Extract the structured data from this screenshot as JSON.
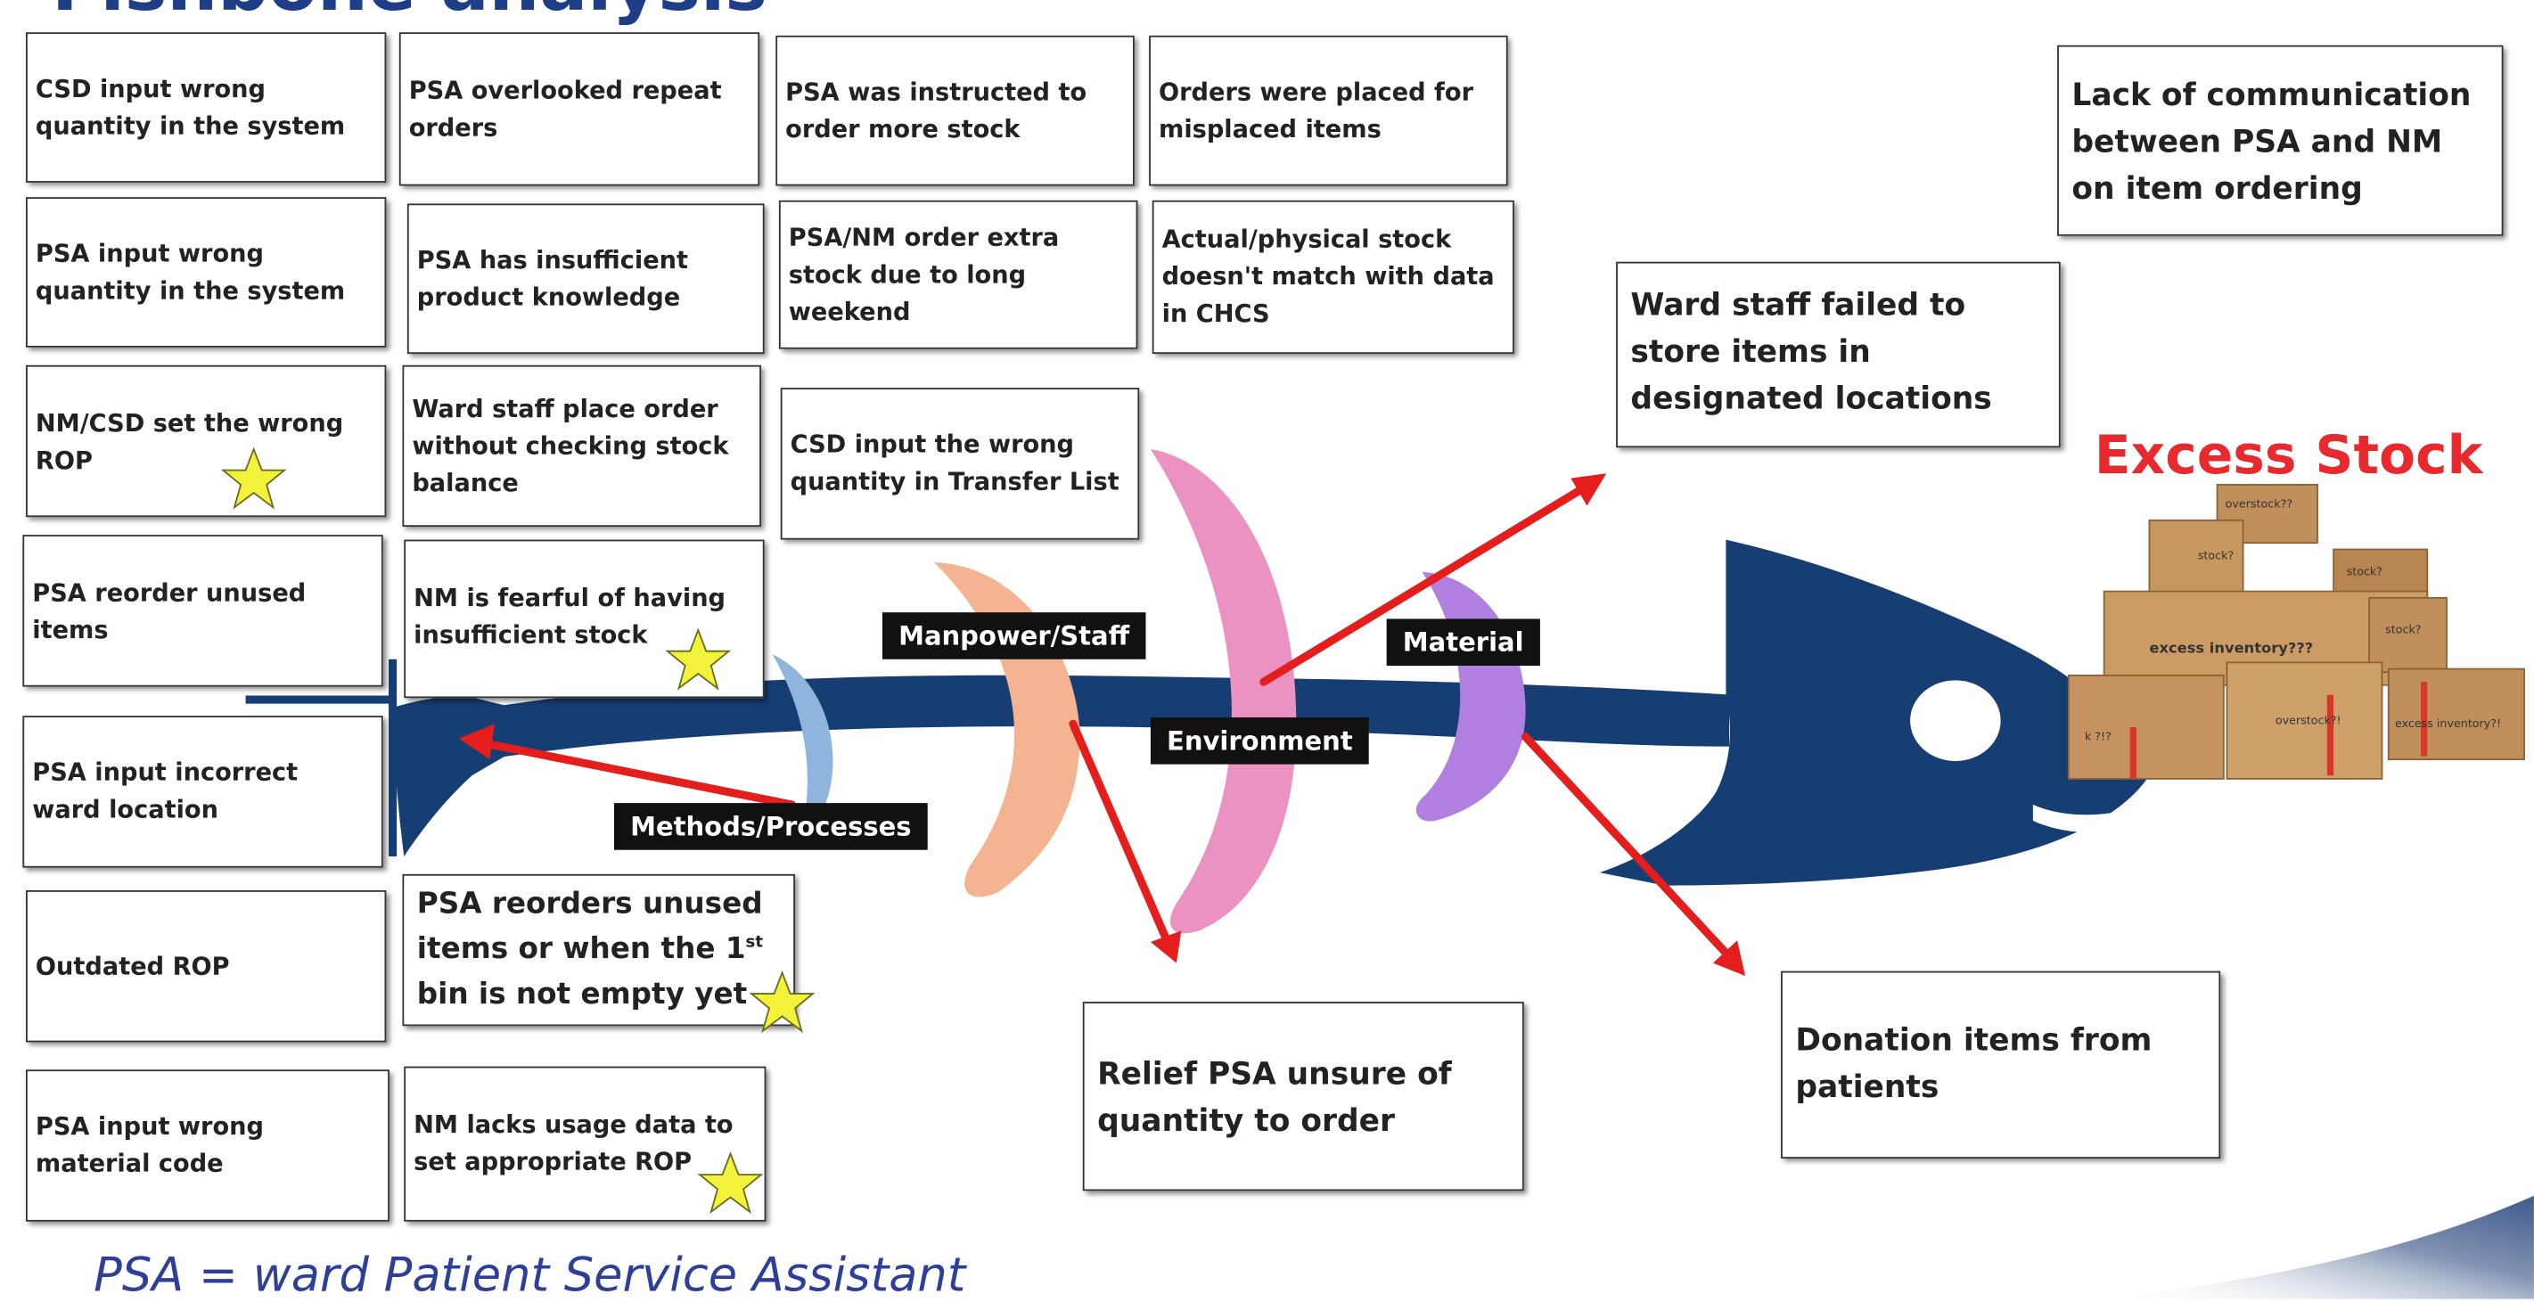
{
  "title": "Fishbone analysis",
  "effect": "Excess Stock",
  "footnote": "PSA = ward Patient Service Assistant",
  "categories": {
    "manpower": "Manpower/Staff",
    "material": "Material",
    "environment": "Environment",
    "methods": "Methods/Processes"
  },
  "boxes": [
    {
      "text": "CSD input wrong quantity in the system"
    },
    {
      "text": "PSA overlooked repeat orders"
    },
    {
      "text": "PSA was instructed to order more stock"
    },
    {
      "text": "Orders were placed for misplaced items"
    },
    {
      "text": "PSA input wrong quantity in the system"
    },
    {
      "text": "PSA has insufficient product knowledge"
    },
    {
      "text": "PSA/NM order extra stock due to long weekend"
    },
    {
      "text": "Actual/physical stock doesn't match with data in CHCS"
    },
    {
      "text": "NM/CSD set the wrong ROP"
    },
    {
      "text": "Ward staff place order without checking stock balance"
    },
    {
      "text": "CSD input the wrong quantity in Transfer List"
    },
    {
      "text": "PSA reorder unused items"
    },
    {
      "text": "NM is fearful of having insufficient stock"
    },
    {
      "text": "PSA input incorrect ward location"
    },
    {
      "text": "PSA reorders unused items or when the 1",
      "sup": "st",
      "text_after": " bin is not empty yet"
    },
    {
      "text": "Outdated ROP"
    },
    {
      "text": "PSA input wrong material code"
    },
    {
      "text": "NM lacks usage data to set appropriate ROP"
    },
    {
      "text": "Lack of communication between PSA and NM on item ordering"
    },
    {
      "text": "Ward staff failed to store items in designated locations"
    },
    {
      "text": "Relief PSA unsure of quantity to order"
    },
    {
      "text": "Donation items from patients"
    }
  ],
  "box_labels": {
    "b1": "overstock??",
    "b2": "stock?",
    "b3": "stock?",
    "b4": "excess inventory???",
    "b5": "stock?",
    "b6": "k ?!?",
    "b7": "overstock?!",
    "b8": "excess inventory?!"
  },
  "colors": {
    "fish": "#163e72",
    "arrow": "#e41d1d",
    "effect": "#e8292e",
    "title": "#1e3f88",
    "star": "#f2f23a",
    "rib_manpower": "#f4b491",
    "rib_environment": "#ec92c2",
    "rib_material": "#b07fdf",
    "rib_methods": "#8fb4dd",
    "carton": "#c08f5b"
  }
}
